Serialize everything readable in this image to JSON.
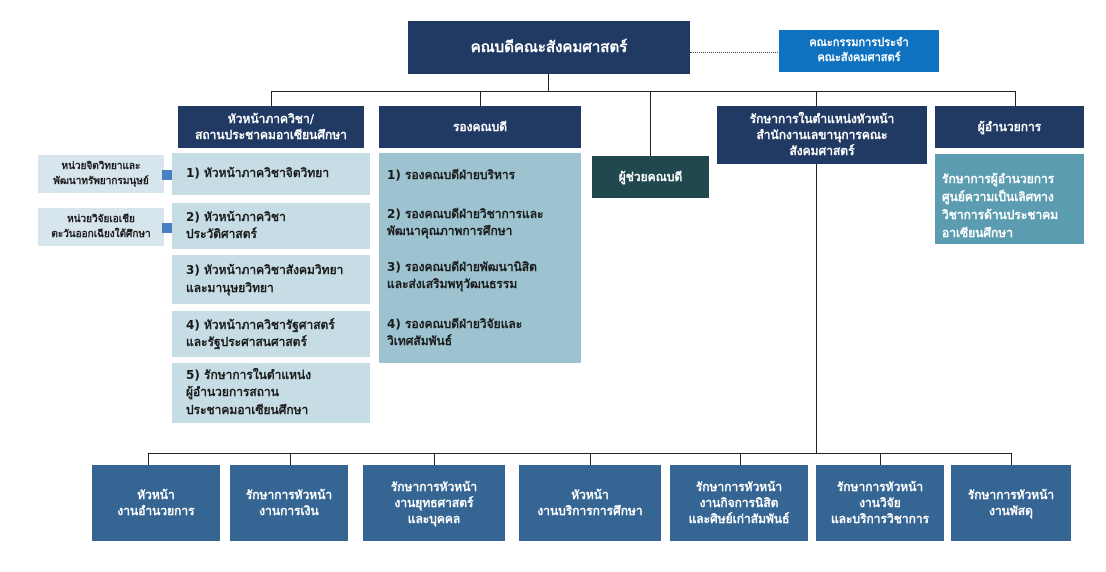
{
  "diagram": {
    "dean": "คณบดีคณะสังคมศาสตร์",
    "committee": "คณะกรรมการประจำ\nคณะสังคมศาสตร์",
    "heads_header": "หัวหน้าภาควิชา/\nสถานประชาคมอาเซียนศึกษา",
    "associate_header": "รองคณบดี",
    "assistant_dean": "ผู้ช่วยคณบดี",
    "office_head": "รักษาการในตำแหน่งหัวหน้า\nสำนักงานเลขานุการคณะ\nสังคมศาสตร์",
    "director_header": "ผู้อำนวยการ",
    "director_detail": "รักษาการผู้อำนวยการ\nศูนย์ความเป็นเลิศทาง\nวิชาการด้านประชาคม\nอาเซียนศึกษา",
    "side_units": [
      "หน่วยจิตวิทยาและ\nพัฒนาทรัพยากรมนุษย์",
      "หน่วยวิจัยเอเชีย\nตะวันออกเฉียงใต้ศึกษา"
    ],
    "heads": [
      "1) หัวหน้าภาควิชาจิตวิทยา",
      "2) หัวหน้าภาควิชา\n    ประวัติศาสตร์",
      "3) หัวหน้าภาควิชาสังคมวิทยา\n    และมานุษยวิทยา",
      "4) หัวหน้าภาควิชารัฐศาสตร์\n    และรัฐประศาสนศาสตร์",
      "5) รักษาการในตำแหน่ง\n    ผู้อำนวยการสถาน\n    ประชาคมอาเซียนศึกษา"
    ],
    "associates": [
      "1) รองคณบดีฝ่ายบริหาร",
      "2) รองคณบดีฝ่ายวิชาการและ\n    พัฒนาคุณภาพการศึกษา",
      "3) รองคณบดีฝ่ายพัฒนานิสิต\n    และส่งเสริมพหุวัฒนธรรม",
      "4) รองคณบดีฝ่ายวิจัยและ\n    วิเทศสัมพันธ์"
    ],
    "units": [
      "หัวหน้า\nงานอำนวยการ",
      "รักษาการหัวหน้า\nงานการเงิน",
      "รักษาการหัวหน้า\nงานยุทธศาสตร์\nและบุคคล",
      "หัวหน้า\nงานบริการการศึกษา",
      "รักษาการหัวหน้า\nงานกิจการนิสิต\nและศิษย์เก่าสัมพันธ์",
      "รักษาการหัวหน้า\nงานวิจัย\nและบริการวิชาการ",
      "รักษาการหัวหน้า\nงานพัสดุ"
    ]
  }
}
